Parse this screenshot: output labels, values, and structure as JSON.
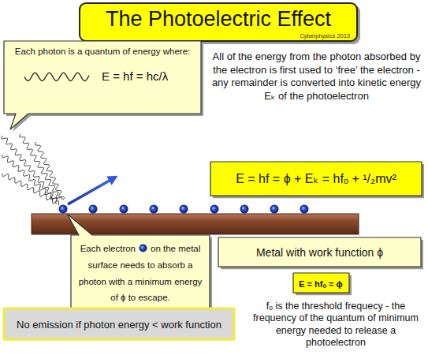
{
  "diagram": {
    "title": "The Photoelectric Effect",
    "nodes": [
      {
        "text": [
          "Each photon is a quantum of energy where:",
          "E = hf = hc/λ"
        ]
      },
      {
        "text": [
          "E = hf = ϕ + Eₖ = hfₒ + ¹/₂mv²"
        ]
      },
      {
        "text": [
          "Each electron",
          "on the metal surface needs to absorb a photon with a minimum energy of ϕ to escape."
        ]
      },
      {
        "text": [
          "Metal with work function ϕ"
        ]
      },
      {
        "text": [
          "E = hfₒ = ϕ"
        ]
      },
      {
        "text": [
          "No emission if photon energy < work function"
        ]
      }
    ],
    "labels": [
      "Cyberphysics 2013",
      "All of the energy from the photon absorbed by the electron is first used to ‘free’ the electron - any remainder is converted into kinetic energy Eₖ of the photoelectron",
      "fₒ is the threshold frequecy - the frequency of the quantum of minimum energy needed to release a photoelectron"
    ]
  }
}
